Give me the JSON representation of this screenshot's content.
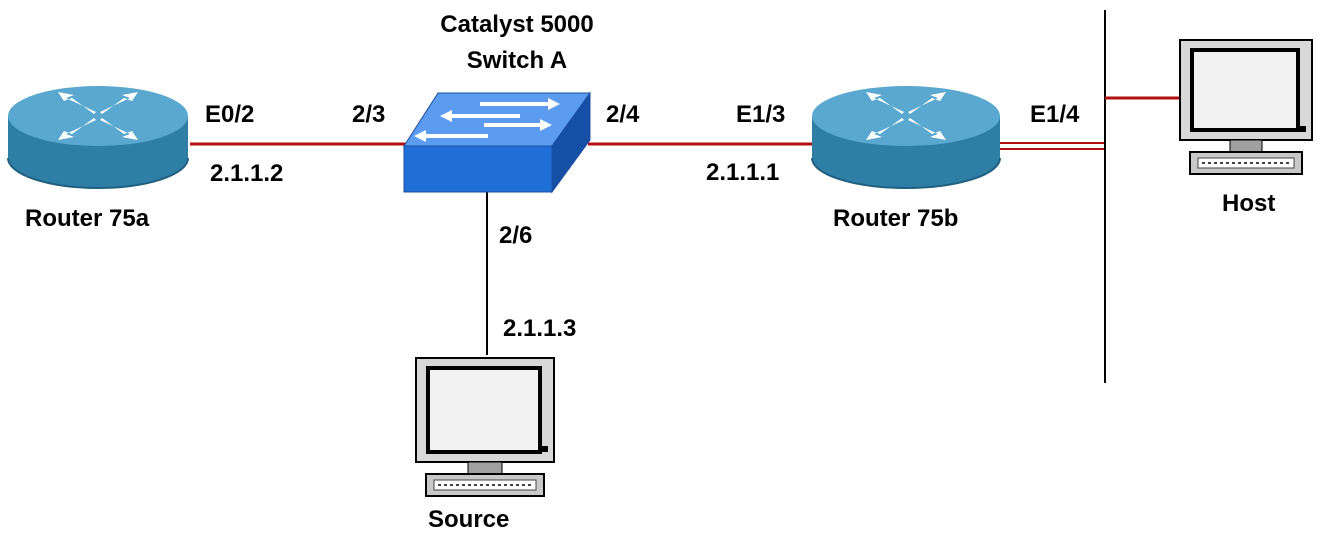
{
  "colors": {
    "link_red": "#b01010",
    "router_blue": "#3d8fb8",
    "switch_blue": "#1f6fd6",
    "screen_gray": "#c8c8c8"
  },
  "devices": {
    "router_a": {
      "label": "Router 75a",
      "icon": "router-icon"
    },
    "router_b": {
      "label": "Router 75b",
      "icon": "router-icon"
    },
    "switch_a": {
      "label_line1": "Catalyst 5000",
      "label_line2": "Switch A",
      "icon": "switch-icon"
    },
    "host": {
      "label": "Host",
      "icon": "workstation-icon"
    },
    "source": {
      "label": "Source",
      "icon": "workstation-icon"
    }
  },
  "ports": {
    "router_a_port": "E0/2",
    "router_a_ip": "2.1.1.2",
    "switch_port_to_a": "2/3",
    "switch_port_to_b": "2/4",
    "switch_port_to_source": "2/6",
    "source_ip": "2.1.1.3",
    "router_b_port_left": "E1/3",
    "router_b_ip": "2.1.1.1",
    "router_b_port_right": "E1/4"
  }
}
